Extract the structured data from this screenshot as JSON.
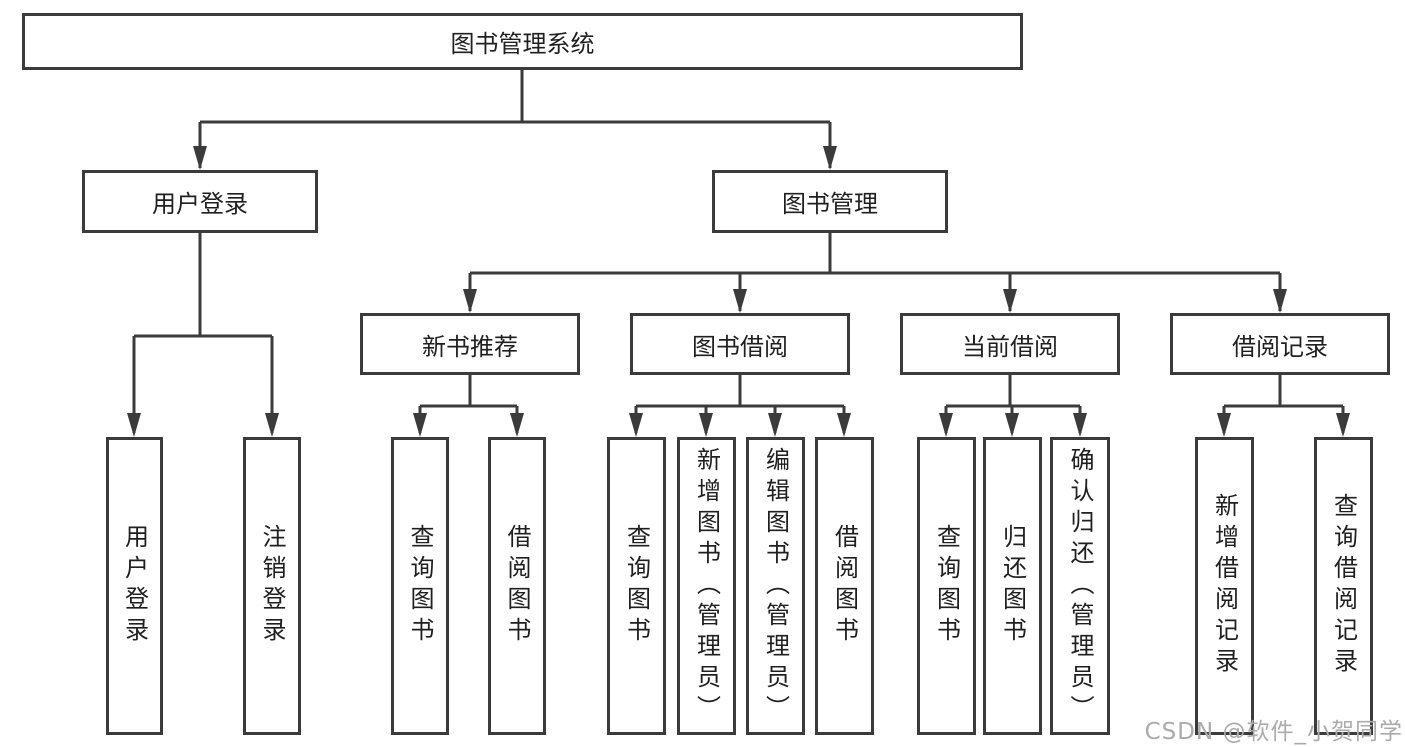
{
  "diagram": {
    "root": {
      "label": "图书管理系统"
    },
    "level2": [
      {
        "label": "用户登录"
      },
      {
        "label": "图书管理"
      }
    ],
    "level3": [
      {
        "label": "新书推荐"
      },
      {
        "label": "图书借阅"
      },
      {
        "label": "当前借阅"
      },
      {
        "label": "借阅记录"
      }
    ],
    "leaves": {
      "user": [
        "用户登录",
        "注销登录"
      ],
      "newbook": [
        "查询图书",
        "借阅图书"
      ],
      "borrow": [
        "查询图书",
        "新增图书（管理员）",
        "编辑图书（管理员）",
        "借阅图书"
      ],
      "current": [
        "查询图书",
        "归还图书",
        "确认归还（管理员）"
      ],
      "record": [
        "新增借阅记录",
        "查询借阅记录"
      ]
    },
    "colors": {
      "line": "#3b3b3b",
      "text": "#1f1f1f",
      "box_background": "#ffffff",
      "watermark": "#ababab"
    }
  },
  "watermark": {
    "text": "CSDN @软件_小贺同学"
  }
}
